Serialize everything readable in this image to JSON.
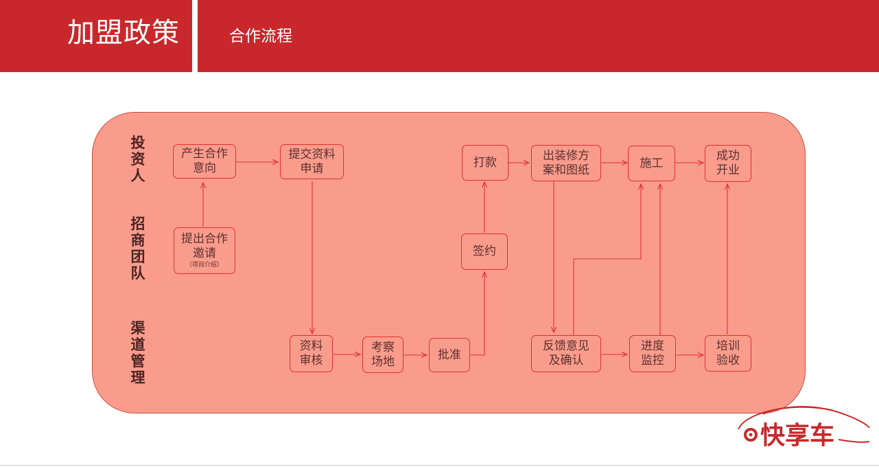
{
  "header": {
    "section_title": "加盟政策",
    "page_title": "合作流程"
  },
  "roles": {
    "investor": [
      "投",
      "资",
      "人"
    ],
    "investment_team": [
      "招",
      "商",
      "团",
      "队"
    ],
    "channel_management": [
      "渠",
      "道",
      "管",
      "理"
    ]
  },
  "nodes": {
    "intent": [
      "产生合作",
      "意向"
    ],
    "invite": [
      "提出合作",
      "邀请"
    ],
    "invite_note": "（项目介绍）",
    "submit": [
      "提交资料",
      "申请"
    ],
    "review": [
      "资料",
      "审核"
    ],
    "inspect": [
      "考察",
      "场地"
    ],
    "approve": "批准",
    "sign": "签约",
    "pay": "打款",
    "design": [
      "出装修方",
      "案和图纸"
    ],
    "build": "施工",
    "open": [
      "成功",
      "开业"
    ],
    "feedback": [
      "反馈意见",
      "及确认"
    ],
    "monitor": [
      "进度",
      "监控"
    ],
    "training": [
      "培训",
      "验收"
    ]
  },
  "logo": {
    "text": "快享车",
    "color": "#c8282b"
  },
  "colors": {
    "header_bg": "#c8282b",
    "panel_bg": "#fa9c8c",
    "node_border": "#e0302e",
    "arrow": "#e0302e"
  }
}
